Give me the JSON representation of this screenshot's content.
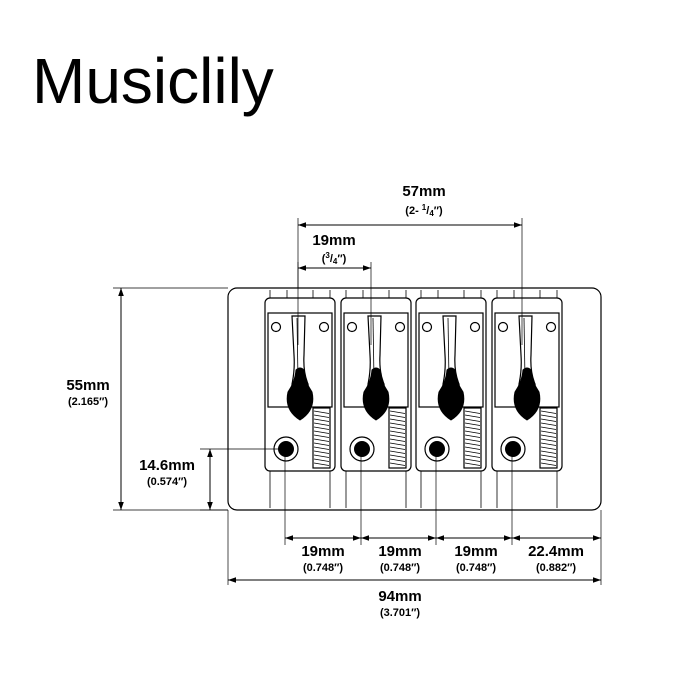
{
  "brand": "Musiclily",
  "dimensions": {
    "span_57": {
      "value": "57mm",
      "sub_prefix": "(2- ",
      "sub_num": "1",
      "sub_slash": "/",
      "sub_den": "4",
      "sub_suffix": "″)"
    },
    "spacing_19_top": {
      "value": "19mm",
      "sub_prefix": "(",
      "sub_num": "3",
      "sub_slash": "/",
      "sub_den": "4",
      "sub_suffix": "″)"
    },
    "height_55": {
      "value": "55mm",
      "sub": "(2.165″)"
    },
    "height_146": {
      "value": "14.6mm",
      "sub": "(0.574″)"
    },
    "bottom_spacings": [
      {
        "value": "19mm",
        "sub": "(0.748″)"
      },
      {
        "value": "19mm",
        "sub": "(0.748″)"
      },
      {
        "value": "19mm",
        "sub": "(0.748″)"
      },
      {
        "value": "22.4mm",
        "sub": "(0.882″)"
      }
    ],
    "width_94": {
      "value": "94mm",
      "sub": "(3.701″)"
    }
  },
  "saddle_count": 4
}
